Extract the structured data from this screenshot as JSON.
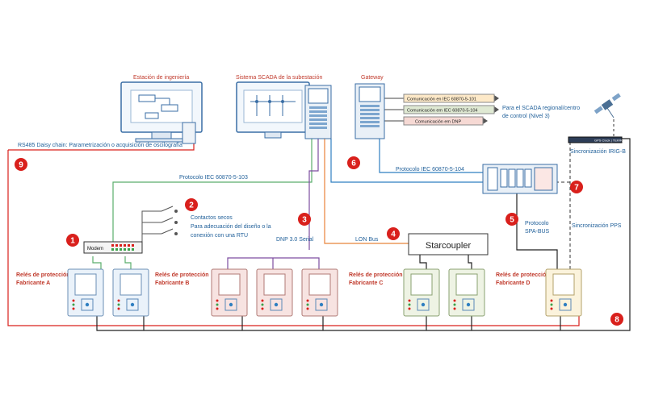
{
  "titles": {
    "estacion": "Estación de ingeniería",
    "scada": "Sistema SCADA de la subestación",
    "gateway": "Gateway"
  },
  "comms": [
    {
      "label": "Comunicación en IEC 60870-5-101",
      "color": "#fde9c8"
    },
    {
      "label": "Comunicación em IEC 60870-5-104",
      "color": "#dfe9d3"
    },
    {
      "label": "Comunicación em DNP",
      "color": "#f6d9d4"
    }
  ],
  "regional": [
    "Para el SCADA regional/centro",
    "de control (Nivel 3)"
  ],
  "rs485": "RS485 Daisy chain: Parametrización o acquisición de oscilografía",
  "protocolo103": "Protocolo IEC 60870-5-103",
  "protocolo104": "Protocolo IEC 60870-5-104",
  "irig": "Sincronización IRIG-B",
  "pps": "Sincronización PPS",
  "gps": "GPS Clock | TEKRON",
  "contactos": [
    "Contactos secos",
    "Para adecuación del diseño o la",
    "conexión con una  RTU"
  ],
  "modem": "Modem",
  "dnp": "DNP 3.0 Serial",
  "lon": "LON Bus",
  "starcoupler": "Starcoupler",
  "spa": [
    "Protocolo",
    "SPA-BUS"
  ],
  "relays": {
    "a": [
      "Relés de protección",
      "Fabricante A"
    ],
    "b": [
      "Relés de protección",
      "Fabricante B"
    ],
    "c": [
      "Relés de protección",
      "Fabricante C"
    ],
    "d": [
      "Relés de protección",
      "Fabricante D"
    ]
  },
  "badges": [
    "1",
    "2",
    "3",
    "4",
    "5",
    "6",
    "7",
    "8",
    "9"
  ],
  "colors": {
    "red": "#d9201c",
    "green": "#5aae6c",
    "blue": "#2f7fc1",
    "orange": "#e8833a",
    "purple": "#7d4ea0",
    "black": "#222222",
    "title_red": "#c0392b"
  }
}
